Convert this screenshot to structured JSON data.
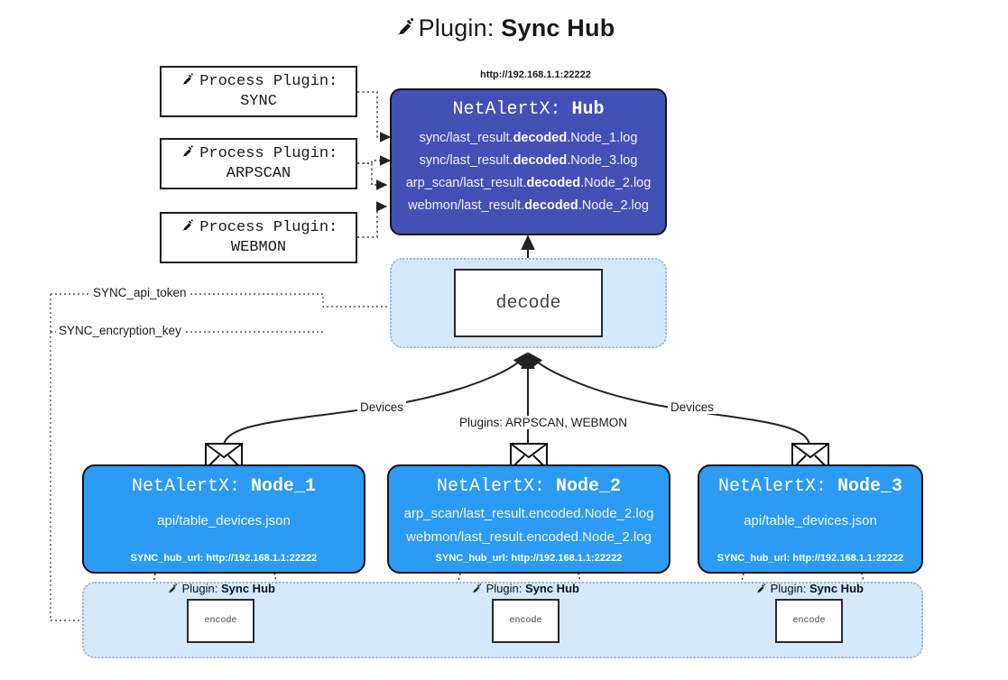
{
  "title": {
    "icon": "plug-icon",
    "prefix": "Plugin:",
    "name": "Sync Hub"
  },
  "process_plugins": [
    {
      "icon": "plug-icon",
      "line1": "Process Plugin:",
      "line2": "SYNC"
    },
    {
      "icon": "plug-icon",
      "line1": "Process Plugin:",
      "line2": "ARPSCAN"
    },
    {
      "icon": "plug-icon",
      "line1": "Process Plugin:",
      "line2": "WEBMON"
    }
  ],
  "hub": {
    "url": "http://192.168.1.1:22222",
    "title_prefix": "NetAlertX:",
    "title_name": "Hub",
    "logs": [
      {
        "pre": "sync/last_result.",
        "mid": "decoded",
        "post": ".Node_1.log"
      },
      {
        "pre": "sync/last_result.",
        "mid": "decoded",
        "post": ".Node_3.log"
      },
      {
        "pre": "arp_scan/last_result.",
        "mid": "decoded",
        "post": ".Node_2.log"
      },
      {
        "pre": "webmon/last_result.",
        "mid": "decoded",
        "post": ".Node_2.log"
      }
    ]
  },
  "decode": {
    "label": "decode"
  },
  "secrets": [
    {
      "label": "SYNC_api_token"
    },
    {
      "label": "SYNC_encryption_key"
    }
  ],
  "edge_labels": {
    "devices_left": "Devices",
    "devices_right": "Devices",
    "plugins_center": "Plugins: ARPSCAN, WEBMON"
  },
  "nodes": [
    {
      "title_prefix": "NetAlertX:",
      "title_name": "Node_1",
      "lines": [
        "api/table_devices.json"
      ],
      "foot": "SYNC_hub_url: http://192.168.1.1:22222",
      "icon": "envelope-icon"
    },
    {
      "title_prefix": "NetAlertX:",
      "title_name": "Node_2",
      "lines": [
        "arp_scan/last_result.encoded.Node_2.log",
        "webmon/last_result.encoded.Node_2.log"
      ],
      "foot": "SYNC_hub_url: http://192.168.1.1:22222",
      "icon": "envelope-icon"
    },
    {
      "title_prefix": "NetAlertX:",
      "title_name": "Node_3",
      "lines": [
        "api/table_devices.json"
      ],
      "foot": "SYNC_hub_url: http://192.168.1.1:22222",
      "icon": "envelope-icon"
    }
  ],
  "encoders": [
    {
      "plugin_prefix": "Plugin:",
      "plugin_name": "Sync Hub",
      "label": "encode",
      "icon": "plug-icon"
    },
    {
      "plugin_prefix": "Plugin:",
      "plugin_name": "Sync Hub",
      "label": "encode",
      "icon": "plug-icon"
    },
    {
      "plugin_prefix": "Plugin:",
      "plugin_name": "Sync Hub",
      "label": "encode",
      "icon": "plug-icon"
    }
  ],
  "colors": {
    "hub_fill": "#4350b6",
    "node_fill": "#2b9bf4",
    "container_fill": "#d4e8fa",
    "stroke": "#1f1f1f"
  }
}
